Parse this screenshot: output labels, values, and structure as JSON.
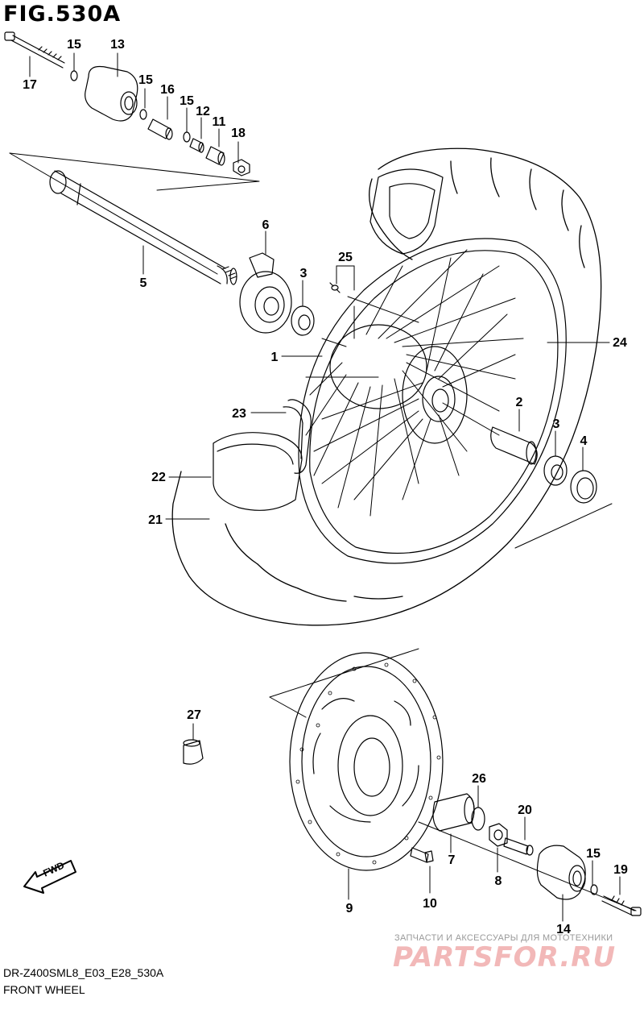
{
  "title": "FIG.530A",
  "footer": {
    "code": "DR-Z400SML8_E03_E28_530A",
    "name": "FRONT WHEEL"
  },
  "watermark": {
    "tagline": "ЗАПЧАСТИ И АКСЕССУАРЫ ДЛЯ МОТОТЕХНИКИ",
    "logo": "PARTSFOR.RU"
  },
  "direction_label": "FWD",
  "callouts": {
    "c1": "1",
    "c2": "2",
    "c3a": "3",
    "c3b": "3",
    "c4": "4",
    "c5": "5",
    "c6": "6",
    "c7": "7",
    "c8": "8",
    "c9": "9",
    "c10": "10",
    "c11": "11",
    "c12": "12",
    "c13": "13",
    "c14": "14",
    "c15a": "15",
    "c15b": "15",
    "c15c": "15",
    "c15d": "15",
    "c16": "16",
    "c17": "17",
    "c18": "18",
    "c19": "19",
    "c20": "20",
    "c21": "21",
    "c22": "22",
    "c23": "23",
    "c24": "24",
    "c25": "25",
    "c26": "26",
    "c27": "27"
  },
  "colors": {
    "line": "#000000",
    "background": "#ffffff",
    "watermark": "#f2b8b8"
  }
}
